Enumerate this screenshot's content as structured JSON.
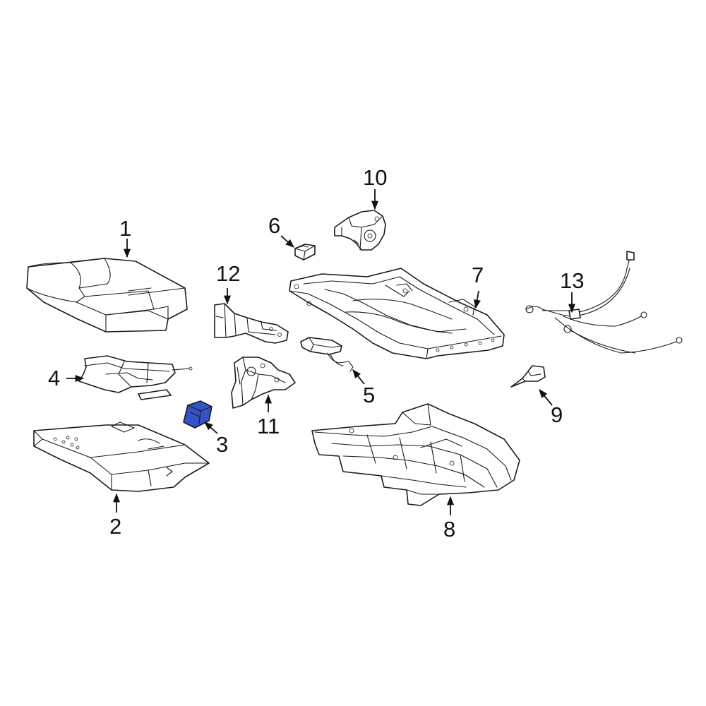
{
  "diagram": {
    "highlight_color": "#3553c9",
    "line_color": "#1a1a1a",
    "background": "#ffffff",
    "highlighted_part": "3"
  },
  "callouts": {
    "c1": "1",
    "c2": "2",
    "c3": "3",
    "c4": "4",
    "c5": "5",
    "c6": "6",
    "c7": "7",
    "c8": "8",
    "c9": "9",
    "c10": "10",
    "c11": "11",
    "c12": "12",
    "c13": "13"
  }
}
